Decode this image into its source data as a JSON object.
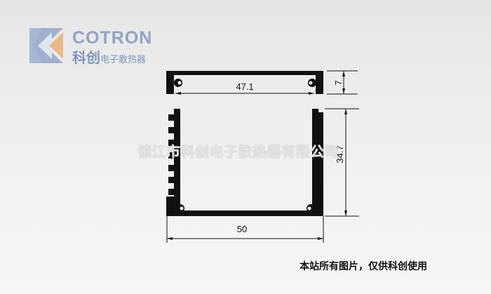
{
  "logo": {
    "brand_en": "COTRON",
    "brand_cn_main": "科创",
    "brand_cn_sub": "电子散热器"
  },
  "colors": {
    "logo_blue": "#8fa3c4",
    "logo_orange": "#eab98a",
    "profile": "#111111"
  },
  "drawing": {
    "dim_inner_width": "47.1",
    "dim_lid_height": "7",
    "dim_body_height": "34.7",
    "dim_outer_width": "50"
  },
  "watermark": "镇江市科创电子散热器有限公司",
  "footer": "本站所有图片，仅供科创使用"
}
